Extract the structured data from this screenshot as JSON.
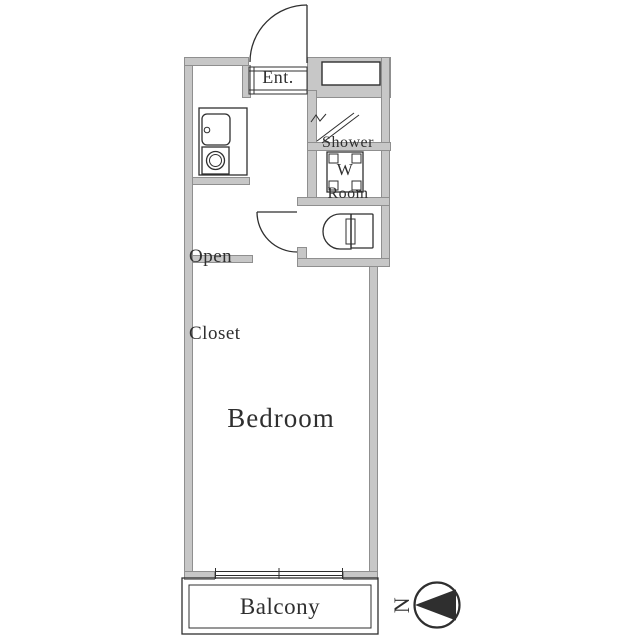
{
  "title": "Studio apartment floor plan",
  "rooms": {
    "entrance_label": "Ent.",
    "shower_line1": "Shower",
    "shower_line2": "Room",
    "washer_label": "W",
    "closet_line1": "Open",
    "closet_line2": "Closet",
    "bedroom_label": "Bedroom",
    "balcony_label": "Balcony"
  },
  "compass": {
    "north_label": "N"
  },
  "colors": {
    "wall_fill": "#c7c7c7",
    "wall_edge": "#8f8f8f",
    "line_color": "#2f2f2f",
    "text_color": "#2f2f2f"
  }
}
